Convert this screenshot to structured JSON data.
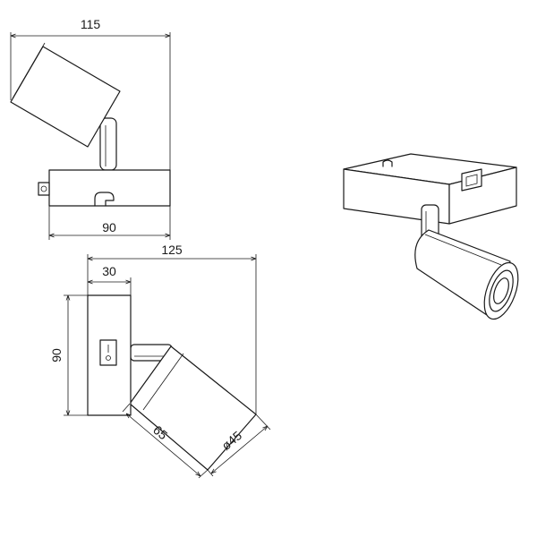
{
  "dimensions": {
    "side_width": "115",
    "base_width": "90",
    "top_total": "125",
    "top_depth": "30",
    "top_height": "90",
    "cylinder_length": "65",
    "cylinder_diameter": "ø45"
  }
}
